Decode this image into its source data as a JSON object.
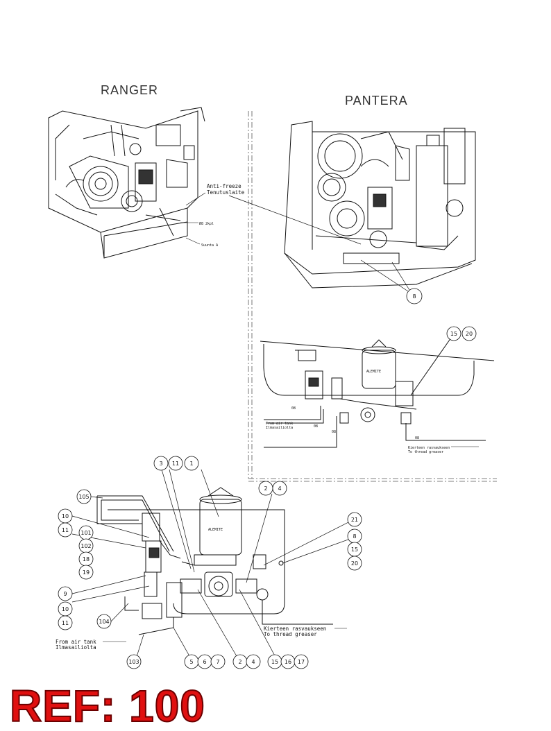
{
  "titles": {
    "ranger": "RANGER",
    "pantera": "PANTERA"
  },
  "notes": {
    "antifreeze_en": "Anti-freeze",
    "antifreeze_fi": "Tenutuslaite",
    "pipe_dim": "Ø8 2kpl",
    "suunta": "Suunta A",
    "from_air_tank": "From air tank",
    "ilmasailiolta": "Ilmasailiolta",
    "kierteen": "Kierteen rasvaukseen",
    "to_thread": "To thread greaser",
    "pipe_code": "08",
    "brand": "ALEMITE"
  },
  "balloons": {
    "pantera_top": [
      "8"
    ],
    "detail_top": [
      "15",
      "20"
    ],
    "main": [
      "1",
      "3",
      "11",
      "2",
      "4",
      "105",
      "10",
      "11",
      "101",
      "102",
      "18",
      "19",
      "9",
      "10",
      "11",
      "104",
      "103",
      "21",
      "8",
      "15",
      "20",
      "5",
      "6",
      "7",
      "2",
      "4",
      "15",
      "16",
      "17"
    ]
  },
  "ref_label": "REF: 100",
  "colors": {
    "line": "#111111",
    "ref_fill": "#e01010",
    "ref_outline": "#6a0000"
  }
}
